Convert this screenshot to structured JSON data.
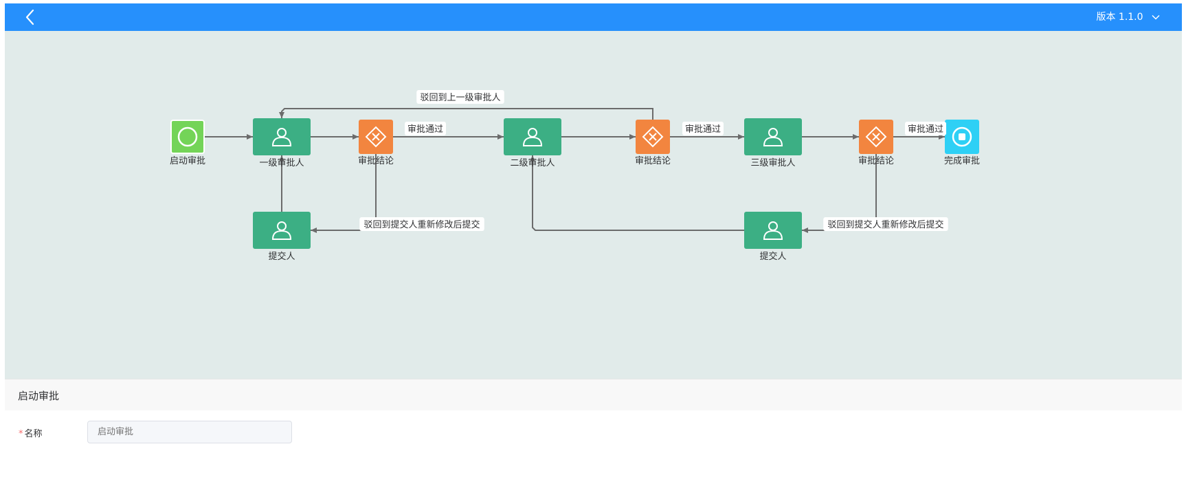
{
  "header": {
    "version_label": "版本 1.1.0",
    "colors": {
      "bar": "#2690fc",
      "text": "#ffffff"
    }
  },
  "workflow": {
    "nodes": [
      {
        "id": "start",
        "type": "start",
        "label": "启动审批",
        "color": "#74d458",
        "icon": "circle-icon"
      },
      {
        "id": "approver1",
        "type": "user-task",
        "label": "一级审批人",
        "color": "#3caf84",
        "icon": "user-icon"
      },
      {
        "id": "gateway1",
        "type": "gateway",
        "label": "审批结论",
        "color": "#f2853f",
        "icon": "diamond-x-icon"
      },
      {
        "id": "approver2",
        "type": "user-task",
        "label": "二级审批人",
        "color": "#3caf84",
        "icon": "user-icon"
      },
      {
        "id": "gateway2",
        "type": "gateway",
        "label": "审批结论",
        "color": "#f2853f",
        "icon": "diamond-x-icon"
      },
      {
        "id": "approver3",
        "type": "user-task",
        "label": "三级审批人",
        "color": "#3caf84",
        "icon": "user-icon"
      },
      {
        "id": "gateway3",
        "type": "gateway",
        "label": "审批结论",
        "color": "#f2853f",
        "icon": "diamond-x-icon"
      },
      {
        "id": "end",
        "type": "end",
        "label": "完成审批",
        "color": "#2ed0f5",
        "icon": "stop-circle-icon"
      },
      {
        "id": "submitter1",
        "type": "user-task",
        "label": "提交人",
        "color": "#3caf84",
        "icon": "user-icon"
      },
      {
        "id": "submitter2",
        "type": "user-task",
        "label": "提交人",
        "color": "#3caf84",
        "icon": "user-icon"
      }
    ],
    "edges": [
      {
        "id": "e-start-approver1",
        "from": "start",
        "to": "approver1",
        "label": ""
      },
      {
        "id": "e-approver1-gateway1",
        "from": "approver1",
        "to": "gateway1",
        "label": ""
      },
      {
        "id": "e-gateway1-approver2",
        "from": "gateway1",
        "to": "approver2",
        "label": "审批通过"
      },
      {
        "id": "e-approver2-gateway2",
        "from": "approver2",
        "to": "gateway2",
        "label": ""
      },
      {
        "id": "e-gateway2-approver3",
        "from": "gateway2",
        "to": "approver3",
        "label": "审批通过"
      },
      {
        "id": "e-approver3-gateway3",
        "from": "approver3",
        "to": "gateway3",
        "label": ""
      },
      {
        "id": "e-gateway3-end",
        "from": "gateway3",
        "to": "end",
        "label": "审批通过"
      },
      {
        "id": "e-gateway2-approver1",
        "from": "gateway2",
        "to": "approver1",
        "label": "驳回到上一级审批人"
      },
      {
        "id": "e-gateway1-submitter1",
        "from": "gateway1",
        "to": "submitter1",
        "label": "驳回到提交人重新修改后提交"
      },
      {
        "id": "e-submitter1-approver1",
        "from": "submitter1",
        "to": "approver1",
        "label": ""
      },
      {
        "id": "e-gateway3-submitter2",
        "from": "gateway3",
        "to": "submitter2",
        "label": "驳回到提交人重新修改后提交"
      },
      {
        "id": "e-submitter2-approver2",
        "from": "submitter2",
        "to": "approver2",
        "label": ""
      }
    ],
    "colors": {
      "canvas": "#e1ebea",
      "edge": "#6b6b6b"
    }
  },
  "panel": {
    "title": "启动审批",
    "fields": [
      {
        "label": "名称",
        "required": true,
        "placeholder": "启动审批",
        "value": ""
      }
    ]
  }
}
